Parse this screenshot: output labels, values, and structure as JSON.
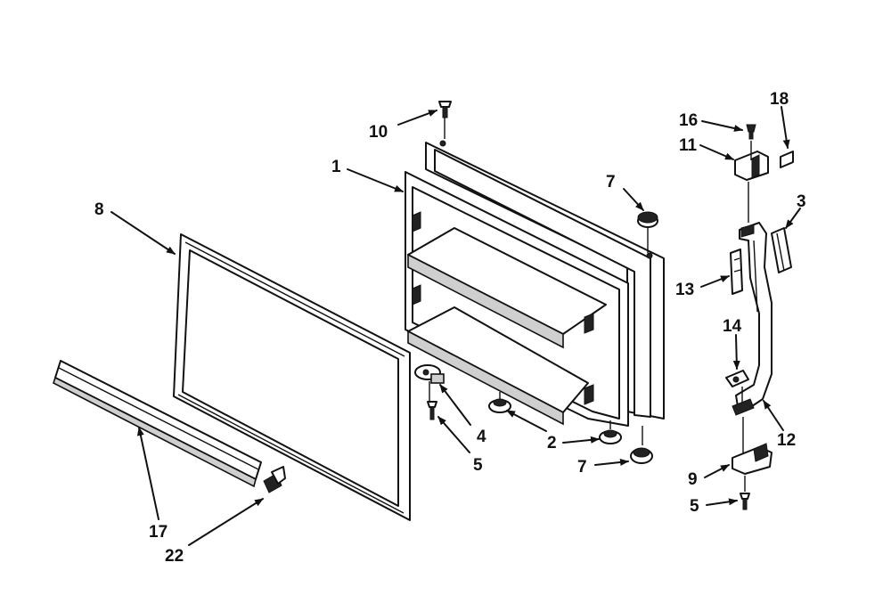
{
  "callouts": {
    "c1": "1",
    "c2": "2",
    "c3": "3",
    "c4": "4",
    "c5a": "5",
    "c5b": "5",
    "c7a": "7",
    "c7b": "7",
    "c8": "8",
    "c9": "9",
    "c10": "10",
    "c11": "11",
    "c12": "12",
    "c13": "13",
    "c14": "14",
    "c16": "16",
    "c17": "17",
    "c18": "18",
    "c22": "22"
  },
  "colors": {
    "ink": "#111111",
    "paper": "#ffffff",
    "shade": "#cfcfcf"
  }
}
